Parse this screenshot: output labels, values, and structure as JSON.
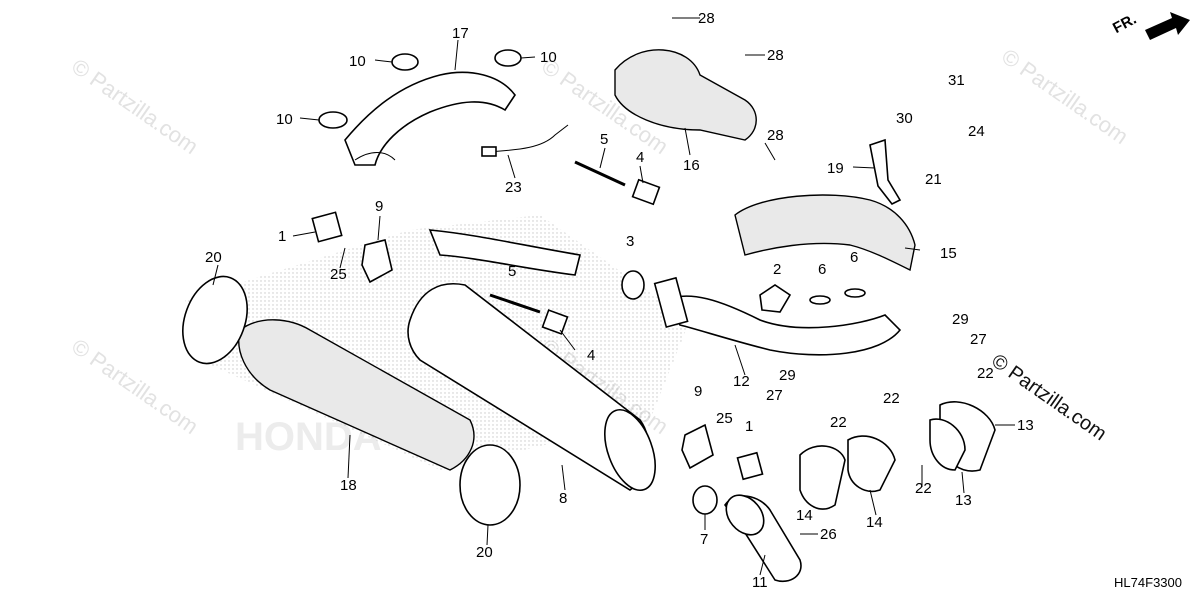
{
  "diagram": {
    "code": "HL74F3300",
    "copyright": "© Partzilla.com",
    "watermark": "© Partzilla.com",
    "direction": "FR.",
    "brand_ghost": "HONDA",
    "labels": {
      "l1a": "1",
      "l1b": "1",
      "l2": "2",
      "l3": "3",
      "l4a": "4",
      "l4b": "4",
      "l5a": "5",
      "l5b": "5",
      "l6a": "6",
      "l6b": "6",
      "l7": "7",
      "l8": "8",
      "l9a": "9",
      "l9b": "9",
      "l10a": "10",
      "l10b": "10",
      "l10c": "10",
      "l11": "11",
      "l12": "12",
      "l13a": "13",
      "l13b": "13",
      "l14a": "14",
      "l14b": "14",
      "l15": "15",
      "l16": "16",
      "l17": "17",
      "l18": "18",
      "l19": "19",
      "l20a": "20",
      "l20b": "20",
      "l21": "21",
      "l22a": "22",
      "l22b": "22",
      "l22c": "22",
      "l22d": "22",
      "l23": "23",
      "l24": "24",
      "l25a": "25",
      "l25b": "25",
      "l26": "26",
      "l27a": "27",
      "l27b": "27",
      "l28a": "28",
      "l28b": "28",
      "l28c": "28",
      "l29a": "29",
      "l29b": "29",
      "l30": "30",
      "l31": "31"
    }
  }
}
